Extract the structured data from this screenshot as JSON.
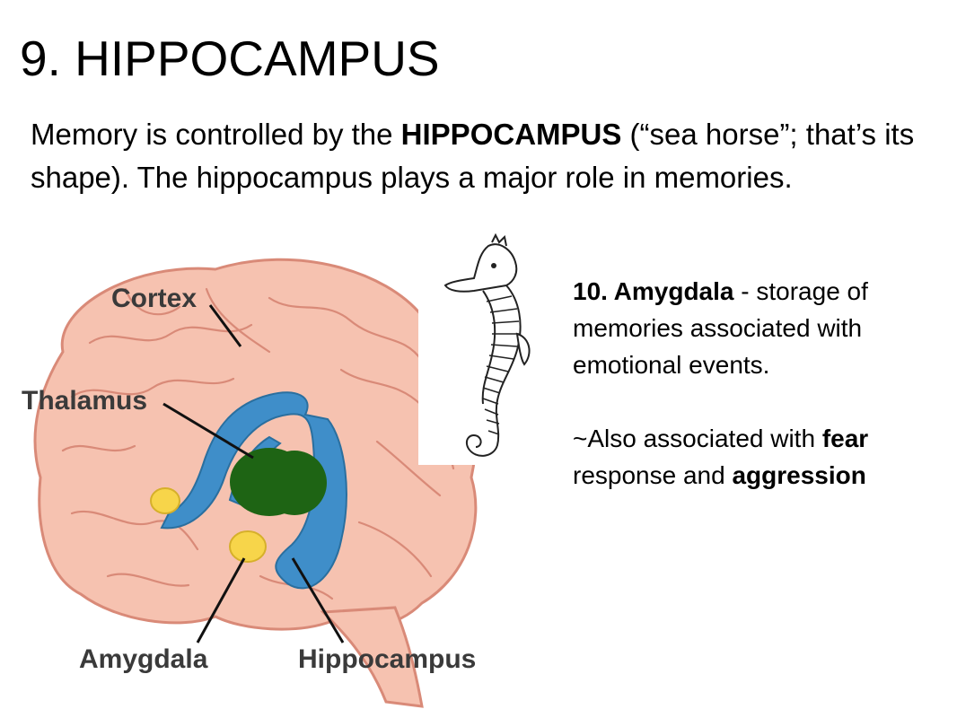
{
  "slide": {
    "title": "9. HIPPOCAMPUS",
    "intro": {
      "before": "Memory is controlled by the ",
      "term": "HIPPOCAMPUS",
      "after": " (“sea horse”; that’s its shape). The hippocampus plays a major role in memories."
    },
    "amygdala_note": {
      "heading": "10. Amygdala",
      "rest": " - storage of memories associated with emotional events.",
      "also_prefix": "~Also associated with ",
      "fear": "fear",
      "also_mid": " response and ",
      "aggression": "aggression"
    },
    "diagram": {
      "labels": {
        "cortex": "Cortex",
        "thalamus": "Thalamus",
        "amygdala": "Amygdala",
        "hippocampus": "Hippocampus"
      },
      "colors": {
        "cortex": "#f6c2b0",
        "cortex_outline": "#d98a78",
        "hippocampus": "#3f8ec9",
        "thalamus": "#1e6414",
        "amygdala": "#f7d54a"
      }
    }
  }
}
